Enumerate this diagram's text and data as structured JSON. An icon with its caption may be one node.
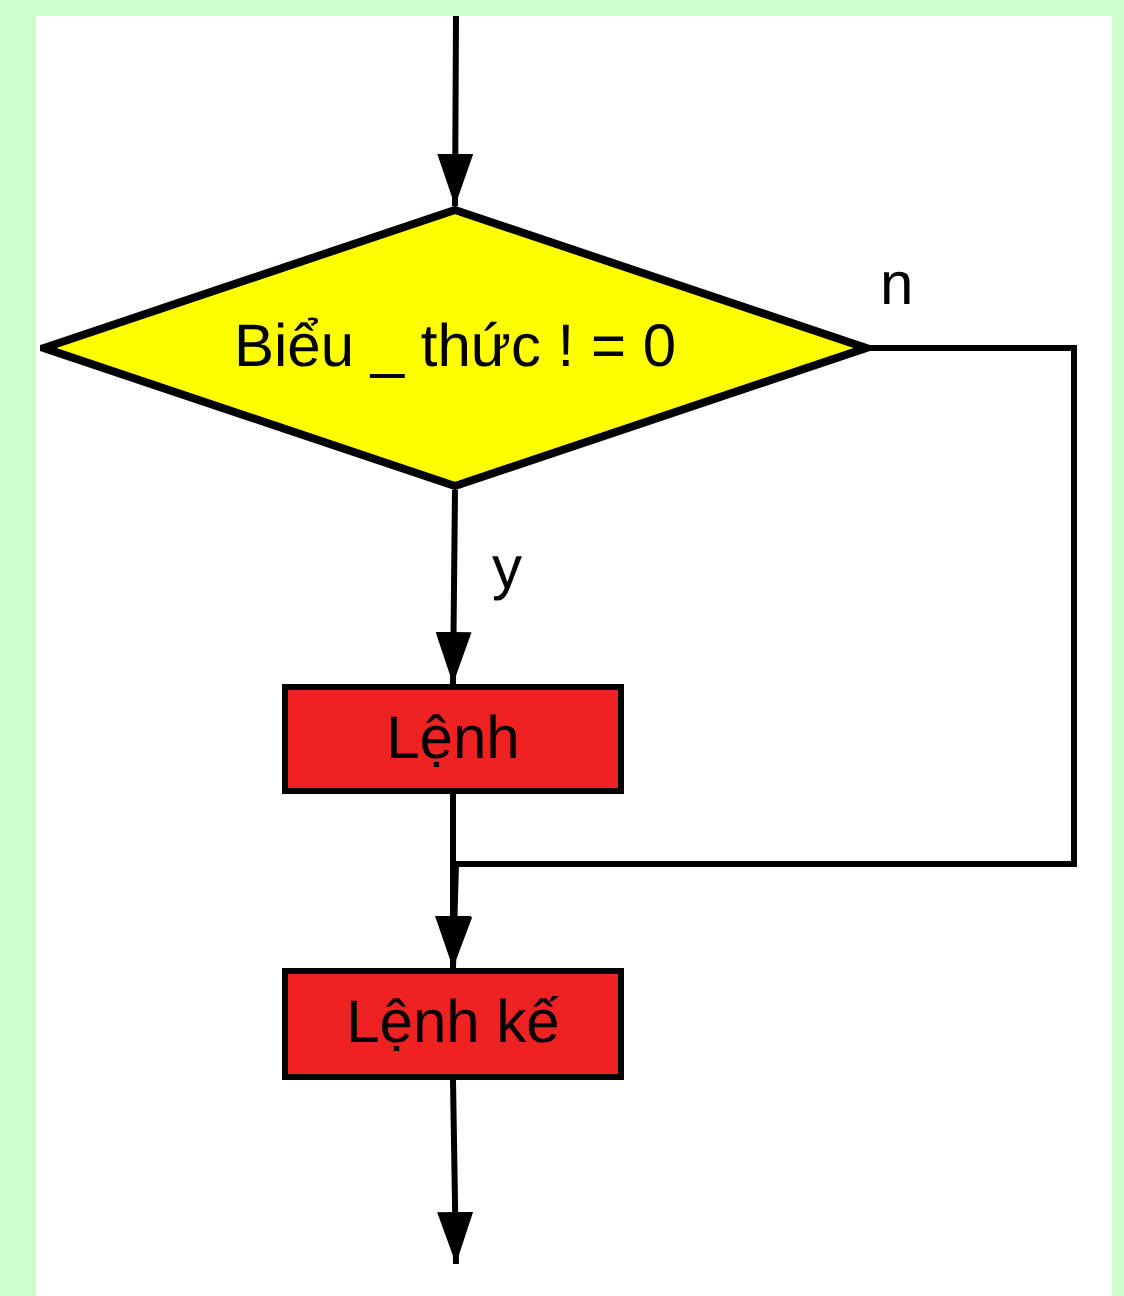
{
  "diagram": {
    "nodes": [
      {
        "text": [
          "Biểu _ thức ! = 0"
        ]
      },
      {
        "text": [
          "Lệnh"
        ]
      },
      {
        "text": [
          "Lệnh kế"
        ]
      }
    ],
    "edges": [
      {
        "from": null,
        "to": 0,
        "arrow": "to"
      },
      {
        "from": 0,
        "to": 1,
        "label": "y",
        "arrow": "to"
      },
      {
        "from": 1,
        "to": 2,
        "arrow": "to"
      },
      {
        "from": 0,
        "to": 2,
        "label": "n",
        "arrow": "to"
      },
      {
        "from": 2,
        "to": null,
        "arrow": "to"
      }
    ]
  }
}
